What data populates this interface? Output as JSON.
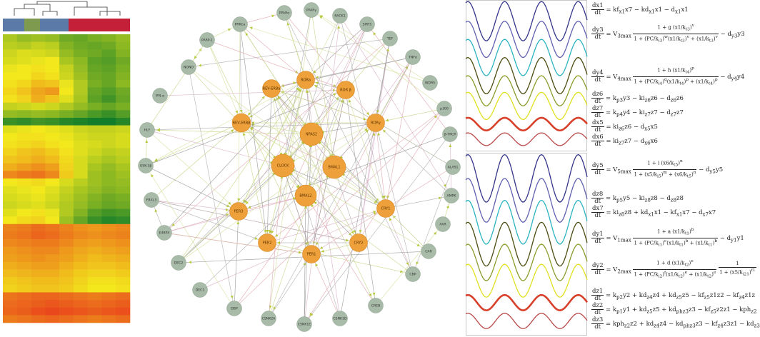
{
  "heatmap": {
    "colors": {
      "col_group_blue": "#5b7aa8",
      "col_group_green": "#7e9a4f",
      "col_group_red": "#c4203a",
      "low": "#0a7a2a",
      "mid": "#f2e81c",
      "high": "#e8321c"
    },
    "grid": [
      [
        0.35,
        0.3,
        0.32,
        0.3,
        0.22,
        0.2,
        0.24,
        0.26,
        0.3
      ],
      [
        0.38,
        0.36,
        0.4,
        0.38,
        0.26,
        0.22,
        0.2,
        0.22,
        0.28
      ],
      [
        0.42,
        0.45,
        0.44,
        0.42,
        0.3,
        0.24,
        0.22,
        0.18,
        0.26
      ],
      [
        0.44,
        0.46,
        0.48,
        0.5,
        0.34,
        0.28,
        0.18,
        0.16,
        0.22
      ],
      [
        0.48,
        0.5,
        0.52,
        0.5,
        0.4,
        0.3,
        0.2,
        0.18,
        0.24
      ],
      [
        0.5,
        0.5,
        0.55,
        0.52,
        0.42,
        0.32,
        0.22,
        0.2,
        0.26
      ],
      [
        0.52,
        0.55,
        0.62,
        0.6,
        0.48,
        0.36,
        0.24,
        0.2,
        0.28
      ],
      [
        0.55,
        0.6,
        0.68,
        0.72,
        0.5,
        0.36,
        0.2,
        0.16,
        0.22
      ],
      [
        0.52,
        0.56,
        0.66,
        0.6,
        0.46,
        0.34,
        0.18,
        0.12,
        0.2
      ],
      [
        0.4,
        0.42,
        0.44,
        0.42,
        0.36,
        0.3,
        0.24,
        0.2,
        0.24
      ],
      [
        0.3,
        0.28,
        0.3,
        0.28,
        0.24,
        0.2,
        0.14,
        0.1,
        0.16
      ],
      [
        0.1,
        0.08,
        0.12,
        0.1,
        0.06,
        0.04,
        0.02,
        0.02,
        0.06
      ],
      [
        0.46,
        0.48,
        0.5,
        0.48,
        0.46,
        0.42,
        0.4,
        0.4,
        0.42
      ],
      [
        0.5,
        0.52,
        0.52,
        0.5,
        0.48,
        0.44,
        0.42,
        0.42,
        0.44
      ],
      [
        0.52,
        0.54,
        0.56,
        0.52,
        0.5,
        0.46,
        0.44,
        0.42,
        0.44
      ],
      [
        0.56,
        0.6,
        0.62,
        0.58,
        0.52,
        0.46,
        0.42,
        0.38,
        0.4
      ],
      [
        0.6,
        0.62,
        0.66,
        0.62,
        0.54,
        0.44,
        0.38,
        0.34,
        0.38
      ],
      [
        0.66,
        0.7,
        0.74,
        0.7,
        0.56,
        0.44,
        0.34,
        0.3,
        0.34
      ],
      [
        0.76,
        0.8,
        0.82,
        0.76,
        0.58,
        0.44,
        0.32,
        0.28,
        0.32
      ],
      [
        0.5,
        0.52,
        0.54,
        0.5,
        0.44,
        0.38,
        0.32,
        0.28,
        0.3
      ],
      [
        0.46,
        0.48,
        0.5,
        0.46,
        0.4,
        0.34,
        0.3,
        0.26,
        0.28
      ],
      [
        0.44,
        0.46,
        0.48,
        0.44,
        0.38,
        0.32,
        0.26,
        0.22,
        0.24
      ],
      [
        0.42,
        0.44,
        0.46,
        0.42,
        0.36,
        0.3,
        0.24,
        0.2,
        0.22
      ],
      [
        0.46,
        0.5,
        0.52,
        0.48,
        0.36,
        0.26,
        0.16,
        0.12,
        0.14
      ],
      [
        0.5,
        0.54,
        0.56,
        0.5,
        0.32,
        0.2,
        0.1,
        0.06,
        0.08
      ],
      [
        0.78,
        0.8,
        0.84,
        0.82,
        0.78,
        0.74,
        0.72,
        0.74,
        0.76
      ],
      [
        0.8,
        0.82,
        0.86,
        0.84,
        0.8,
        0.76,
        0.74,
        0.76,
        0.78
      ],
      [
        0.76,
        0.78,
        0.8,
        0.8,
        0.76,
        0.72,
        0.7,
        0.72,
        0.74
      ],
      [
        0.72,
        0.74,
        0.76,
        0.76,
        0.72,
        0.68,
        0.66,
        0.68,
        0.7
      ],
      [
        0.7,
        0.72,
        0.74,
        0.72,
        0.7,
        0.66,
        0.62,
        0.64,
        0.66
      ],
      [
        0.66,
        0.68,
        0.7,
        0.7,
        0.66,
        0.62,
        0.6,
        0.6,
        0.62
      ],
      [
        0.62,
        0.64,
        0.66,
        0.66,
        0.62,
        0.58,
        0.56,
        0.56,
        0.58
      ],
      [
        0.58,
        0.6,
        0.62,
        0.62,
        0.6,
        0.56,
        0.52,
        0.52,
        0.54
      ],
      [
        0.56,
        0.58,
        0.6,
        0.6,
        0.58,
        0.54,
        0.5,
        0.5,
        0.52
      ],
      [
        0.82,
        0.84,
        0.86,
        0.86,
        0.84,
        0.82,
        0.8,
        0.82,
        0.84
      ],
      [
        0.84,
        0.86,
        0.88,
        0.9,
        0.88,
        0.86,
        0.84,
        0.86,
        0.88
      ],
      [
        0.86,
        0.88,
        0.92,
        0.94,
        0.92,
        0.9,
        0.88,
        0.9,
        0.92
      ],
      [
        0.8,
        0.82,
        0.84,
        0.86,
        0.84,
        0.82,
        0.8,
        0.82,
        0.84
      ]
    ]
  },
  "network": {
    "colors": {
      "core_node": "#eea03a",
      "peripheral_node": "#a8bba8"
    },
    "core_nodes": [
      {
        "id": "REV-ERBa",
        "label": "REV-ERBa"
      },
      {
        "id": "RORa",
        "label": "RORa"
      },
      {
        "id": "RORb",
        "label": "ROR β"
      },
      {
        "id": "REV-ERBb",
        "label": "REV-ERBβ"
      },
      {
        "id": "RORg",
        "label": "RORγ"
      },
      {
        "id": "NPAS2",
        "label": "NPAS2"
      },
      {
        "id": "CLOCK",
        "label": "CLOCK"
      },
      {
        "id": "BMAL1",
        "label": "BMAL1"
      },
      {
        "id": "BMAL2",
        "label": "BMAL2"
      },
      {
        "id": "PER3",
        "label": "PER3"
      },
      {
        "id": "CRY1",
        "label": "CRY1"
      },
      {
        "id": "PER2",
        "label": "PER2"
      },
      {
        "id": "PER1",
        "label": "PER1"
      },
      {
        "id": "CRY2",
        "label": "CRY2"
      }
    ],
    "peripheral_nodes": [
      {
        "id": "PPARa",
        "label": "PPARα"
      },
      {
        "id": "PPARg",
        "label": "PPARγ"
      },
      {
        "id": "RACK1",
        "label": "RACK1"
      },
      {
        "id": "PRKCa",
        "label": "PRKCa"
      },
      {
        "id": "SIRT1",
        "label": "SIRT1"
      },
      {
        "id": "PARPy",
        "label": "PARP-1"
      },
      {
        "id": "TEF",
        "label": "TEF"
      },
      {
        "id": "TNFa",
        "label": "TNFα"
      },
      {
        "id": "NONO",
        "label": "NONO"
      },
      {
        "id": "WDR5",
        "label": "WDR5"
      },
      {
        "id": "IFNa",
        "label": "IFN-α"
      },
      {
        "id": "p300",
        "label": "p300"
      },
      {
        "id": "HLF",
        "label": "HLF"
      },
      {
        "id": "BTRCP",
        "label": "β-TRCP"
      },
      {
        "id": "GSK3b",
        "label": "GSK-3β"
      },
      {
        "id": "ALAS1",
        "label": "ALAS1"
      },
      {
        "id": "FBXL3",
        "label": "FBXL3"
      },
      {
        "id": "AMPK",
        "label": "AMPK"
      },
      {
        "id": "E4BP4",
        "label": "E4BP4"
      },
      {
        "id": "AhR",
        "label": "AhR"
      },
      {
        "id": "DEC2",
        "label": "DEC2"
      },
      {
        "id": "CAR",
        "label": "CAR"
      },
      {
        "id": "DEC1",
        "label": "DEC1"
      },
      {
        "id": "CBP",
        "label": "CBP"
      },
      {
        "id": "DBP",
        "label": "DBP"
      },
      {
        "id": "CSNK2A",
        "label": "CSNK2A"
      },
      {
        "id": "CSNK1E",
        "label": "CSNK1E"
      },
      {
        "id": "CSNK1D",
        "label": "CSNK1D"
      },
      {
        "id": "CREB",
        "label": "CREB"
      }
    ]
  },
  "waves": {
    "colors": [
      "#33348a",
      "#6060b0",
      "#2bb3c0",
      "#4c4c10",
      "#8c9a2a",
      "#e0e020",
      "#d8402a",
      "#b84848"
    ]
  },
  "equations": [
    {
      "lhs_num": "dx1",
      "lhs_den": "dt",
      "rhs": "= kf<sub>x1</sub>x7 − kd<sub>x1</sub>x1 − d<sub>x1</sub>x1"
    },
    {
      "lhs_num": "dy3",
      "lhs_den": "dt",
      "rhs_pre": "= V<sub>3max</sub>",
      "frac_num": "1 + g (x1/k<sub>t3</sub>)<sup>v</sup>",
      "frac_den": "1 + (PC/k<sub>i3</sub>)<sup>w</sup>(x1/k<sub>t3</sub>)<sup>v</sup> + (x1/k<sub>t3</sub>)<sup>v</sup>",
      "rhs_post": "− d<sub>y3</sub>y3"
    },
    {
      "lhs_num": "dy4",
      "lhs_den": "dt",
      "rhs_pre": "= V<sub>4max</sub>",
      "frac_num": "1 + h (x1/k<sub>t4</sub>)<sup>p</sup>",
      "frac_den": "1 + (PC/k<sub>i4</sub>)<sup>q</sup>(x1/k<sub>t4</sub>)<sup>p</sup> + (x1/k<sub>t4</sub>)<sup>p</sup>",
      "rhs_post": "− d<sub>y4</sub>y4"
    },
    {
      "lhs_num": "dz6",
      "lhs_den": "dt",
      "rhs": "= k<sub>p3</sub>y3 − ki<sub>z6</sub>z6 − d<sub>z6</sub>z6"
    },
    {
      "lhs_num": "dz7",
      "lhs_den": "dt",
      "rhs": "= k<sub>p4</sub>y4 − ki<sub>z7</sub>z7 − d<sub>z7</sub>z7"
    },
    {
      "lhs_num": "dx5",
      "lhs_den": "dt",
      "rhs": "= ki<sub>z6</sub>z6 − d<sub>x5</sub>x5"
    },
    {
      "lhs_num": "dx6",
      "lhs_den": "dt",
      "rhs": "= ki<sub>z7</sub>z7 − d<sub>x6</sub>x6"
    },
    {
      "lhs_num": "dy5",
      "lhs_den": "dt",
      "rhs_pre": "= V<sub>5max</sub>",
      "frac_num": "1 + i (x6/k<sub>t5</sub>)<sup>n</sup>",
      "frac_den": "1 + (x5/k<sub>i5</sub>)<sup>m</sup> + (x6/k<sub>t5</sub>)<sup>n</sup>",
      "rhs_post": "− d<sub>y5</sub>y5"
    },
    {
      "lhs_num": "dz8",
      "lhs_den": "dt",
      "rhs": "= k<sub>p5</sub>y5 − ki<sub>z8</sub>z8 − d<sub>z8</sub>z8"
    },
    {
      "lhs_num": "dx7",
      "lhs_den": "dt",
      "rhs": "= ki<sub>z8</sub>z8 + kd<sub>x1</sub>x1 − kf<sub>x1</sub>x7 − d<sub>x7</sub>x7"
    },
    {
      "lhs_num": "dy1",
      "lhs_den": "dt",
      "rhs_pre": "= V<sub>1max</sub>",
      "frac_num": "1 + a (x1/k<sub>t1</sub>)<sup>b</sup>",
      "frac_den": "1 + (PC/k<sub>i1</sub>)<sup>c</sup>(x1/k<sub>t1</sub>)<sup>b</sup> + (x1/k<sub>t1</sub>)<sup>b</sup>",
      "rhs_post": "− d<sub>y1</sub>y1"
    },
    {
      "lhs_num": "dy2",
      "lhs_den": "dt",
      "rhs_pre": "= V<sub>2max</sub>",
      "frac_num": "1 + d (x1/k<sub>t2</sub>)<sup>e</sup>",
      "frac_den": "1 + (PC/k<sub>i2</sub>)<sup>f</sup>(x1/k<sub>t2</sub>)<sup>e</sup> + (x1/k<sub>t2</sub>)<sup>e</sup>",
      "rhs_post": "·",
      "frac2_num": "1",
      "frac2_den": "1 + (x5/k<sub>i21</sub>)<sup>f1</sup>"
    },
    {
      "lhs_num": "dz1",
      "lhs_den": "dt",
      "rhs": "= k<sub>p2</sub>y2 + kd<sub>z4</sub>z4 + kd<sub>z5</sub>z5 − kf<sub>z5</sub>z1z2 − kf<sub>z4</sub>z1z"
    },
    {
      "lhs_num": "dz2",
      "lhs_den": "dt",
      "rhs": "= k<sub>p1</sub>y1 + kd<sub>z5</sub>z5 + kd<sub>phz3</sub>z3 − kf<sub>z5</sub>z2z1 − kph<sub>z2</sub>"
    },
    {
      "lhs_num": "dz3",
      "lhs_den": "dt",
      "rhs": "= kph<sub>z2</sub>z2 + kd<sub>z4</sub>z4 − kd<sub>phz3</sub>z3 − kf<sub>z4</sub>z3z1 − kd<sub>z3</sub>"
    }
  ]
}
